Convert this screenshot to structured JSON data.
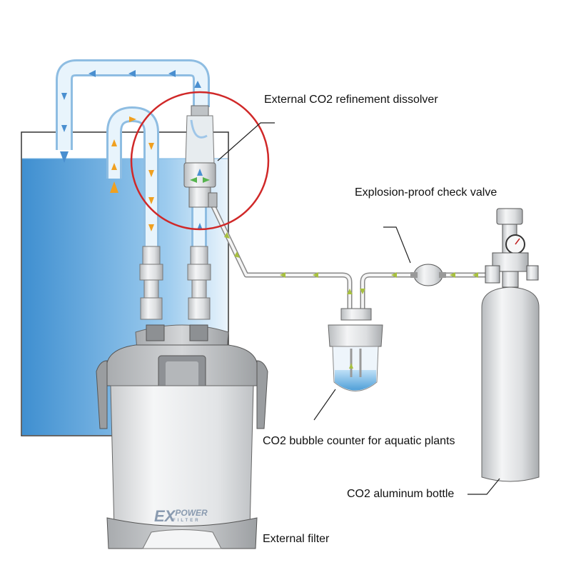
{
  "labels": {
    "dissolver": "External CO2 refinement dissolver",
    "check_valve": "Explosion-proof check valve",
    "bubble_counter": "CO2 bubble counter for aquatic plants",
    "bottle": "CO2 aluminum bottle",
    "filter": "External filter"
  },
  "brand": {
    "logo_main": "EX",
    "logo_power": "POWER",
    "logo_sub": "FILTER"
  },
  "colors": {
    "water": "#5fa8d8",
    "tube": "#cfe5f6",
    "flow_arrow_blue": "#4a8fd0",
    "flow_arrow_orange": "#f0a020",
    "co2_arrow": "#a8c040",
    "highlight_circle": "#d02828",
    "metal": "#d6d8da"
  },
  "icons": {
    "flow": "arrow-icon",
    "gauge": "pressure-gauge-icon"
  }
}
